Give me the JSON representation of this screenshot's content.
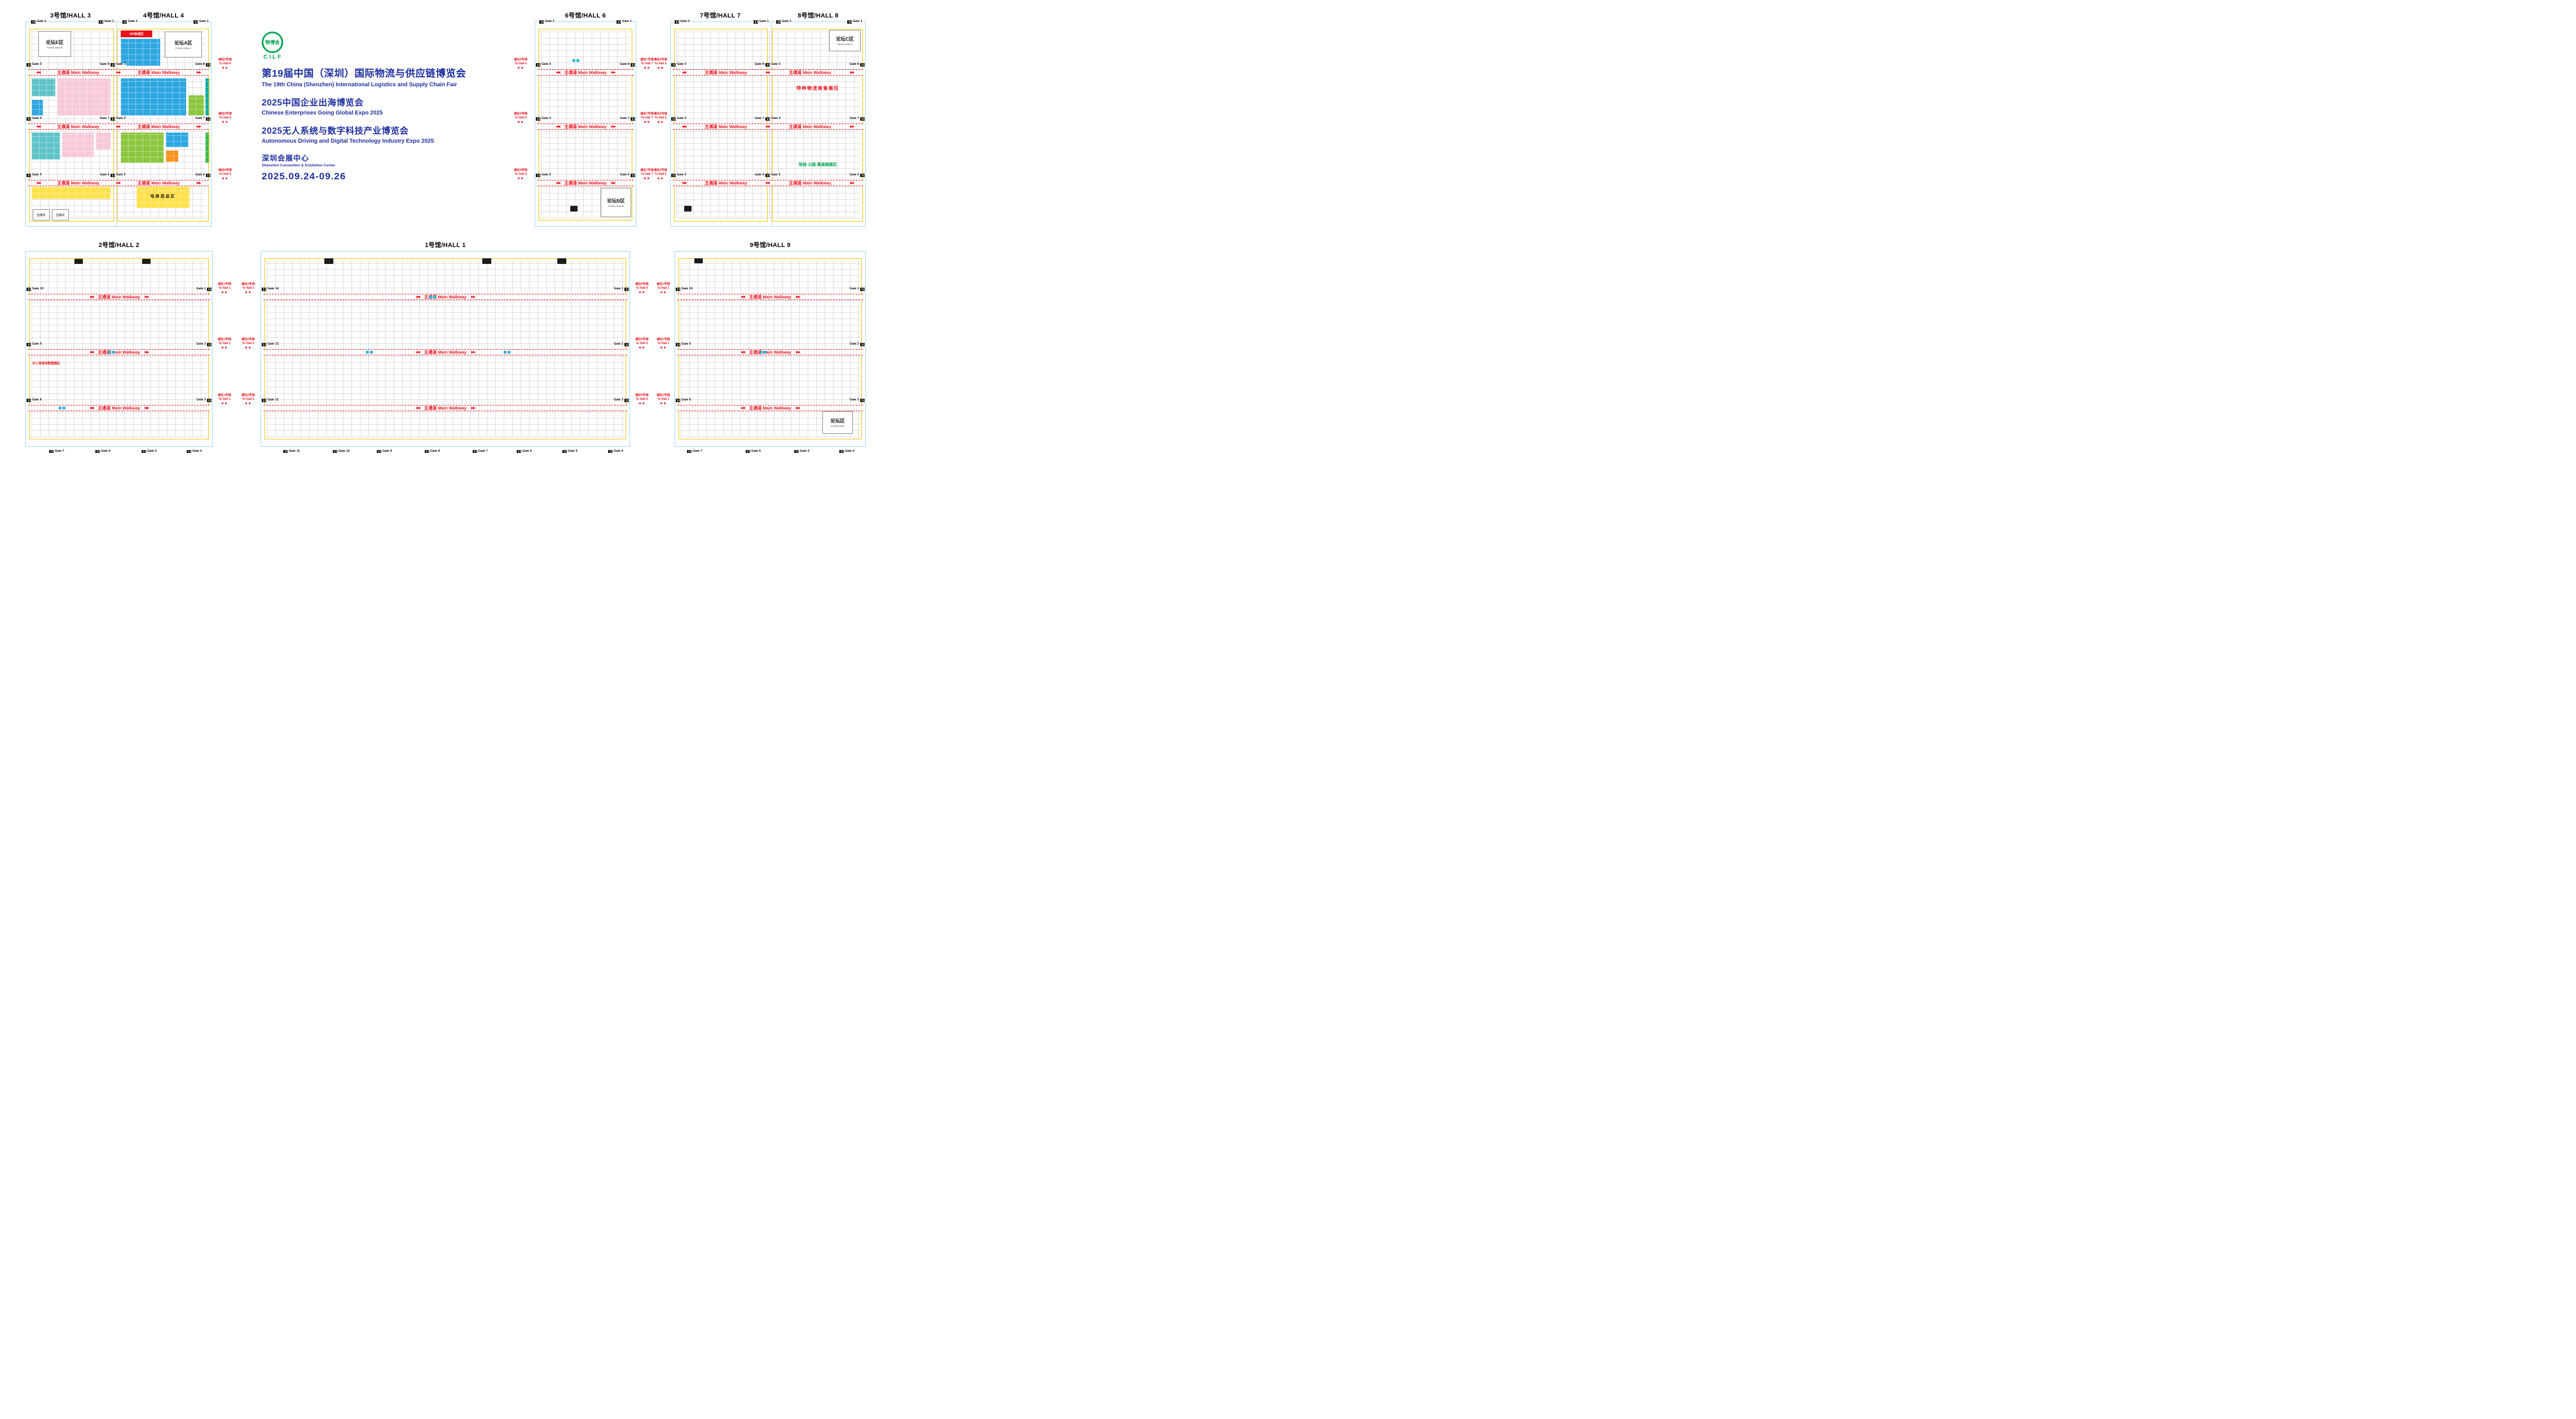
{
  "header": {
    "logo_cn": "物博会",
    "logo_en": "CILF",
    "title_cn": "第19届中国（深圳）国际物流与供应链博览会",
    "title_en": "The 19th China (Shenzhen) International Logistics and Supply Chain Fair",
    "expo2_cn": "2025中国企业出海博览会",
    "expo2_en": "Chinese Enterprises Going Global Expo 2025",
    "expo3_cn": "2025无人系统与数字科技产业博览会",
    "expo3_en": "Autonomous Driving and Digital Technology Industry Expo 2025",
    "venue_cn": "深圳会展中心",
    "venue_en": "Shenzhen Convention & Exhibition Center",
    "dates": "2025.09.24-09.26"
  },
  "labels": {
    "main_walkway": "主通道 Main Walkway",
    "live_room": "直播间",
    "vip": "VIP会谈区",
    "ecommerce_zone": "电商选品区"
  },
  "icons": {
    "walkway_arrow_left": "◀◀",
    "walkway_arrow_right": "▶▶",
    "transfer_arrows": "◄►"
  },
  "forums": {
    "a": {
      "cn": "论坛A区",
      "en": "Forum Area A"
    },
    "e": {
      "cn": "论坛E区",
      "en": "Forum Area E"
    },
    "b": {
      "cn": "论坛B区",
      "en": "Forum Area B"
    },
    "c": {
      "cn": "论坛C区",
      "en": "Forum Area C"
    },
    "g": {
      "cn": "论坛区",
      "en": "Forum Area"
    }
  },
  "zones": {
    "hall8_red": "特种物流装备展区",
    "hall8_green": "铁路·公路·集装箱展区",
    "hall2_red": "长三角物流联盟展区"
  },
  "connectors": {
    "to_hall1": "通往1号馆\nTo Hall 1",
    "to_hall2": "通往2号馆\nTo Hall 2",
    "to_hall4": "通往4号馆\nTo Hall 4",
    "to_hall6": "通往6号馆\nTo Hall 6",
    "to_hall7": "通往7号馆\nTo Hall 7",
    "to_hall9": "通往9号馆\nTo Hall 9"
  },
  "halls": {
    "h1": {
      "title": "1号馆/HALL 1"
    },
    "h2": {
      "title": "2号馆/HALL 2"
    },
    "h3": {
      "title": "3号馆/HALL 3"
    },
    "h4": {
      "title": "4号馆/HALL 4"
    },
    "h6": {
      "title": "6号馆/HALL 6"
    },
    "h7": {
      "title": "7号馆/HALL 7"
    },
    "h8": {
      "title": "8号馆/HALL 8"
    },
    "h9": {
      "title": "9号馆/HALL 9"
    }
  },
  "gates": {
    "g1": "Gate 1",
    "g2": "Gate 2",
    "g3": "Gate 3",
    "g4": "Gate 4",
    "g5": "Gate 5",
    "g6": "Gate 6",
    "g7": "Gate 7",
    "g8": "Gate 8",
    "g9": "Gate 9",
    "g10": "Gate 10",
    "g11": "Gate 11",
    "g12": "Gate 12",
    "g13": "Gate 13",
    "g14": "Gate 14"
  }
}
